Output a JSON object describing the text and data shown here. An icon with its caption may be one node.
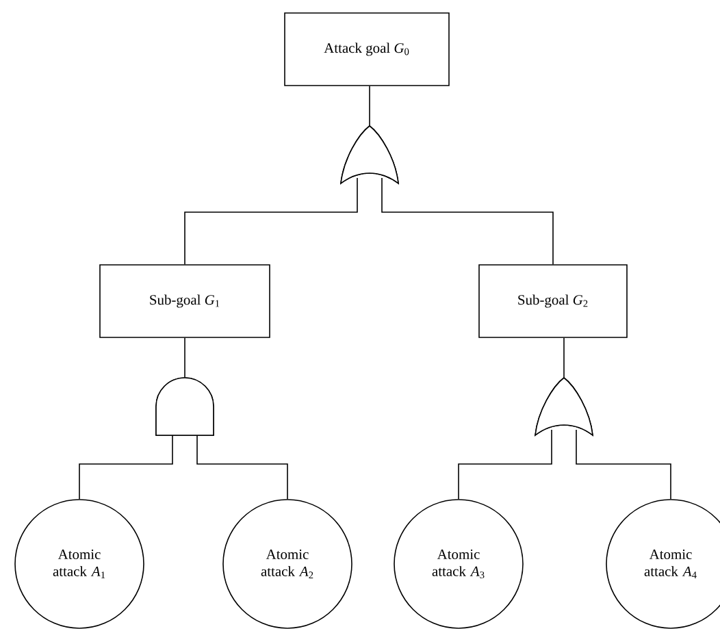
{
  "diagram": {
    "nodes": [
      {
        "text": [
          "Attack goal *G*$_{0}$"
        ]
      },
      {
        "text": [],
        "shape": "or-gate"
      },
      {
        "text": [
          "Sub-goal *G*$_{1}$"
        ]
      },
      {
        "text": [
          "Sub-goal *G*$_{2}$"
        ]
      },
      {
        "text": [],
        "shape": "and-gate"
      },
      {
        "text": [],
        "shape": "or-gate"
      },
      {
        "text": [
          "Atomic attack *A*$_{1}$"
        ]
      },
      {
        "text": [
          "Atomic attack *A*$_{2}$"
        ]
      },
      {
        "text": [
          "Atomic attack *A*$_{3}$"
        ]
      },
      {
        "text": [
          "Atomic attack *A*$_{4}$"
        ]
      }
    ],
    "edges": [
      {
        "from": 1,
        "to": 0,
        "arrow": "none"
      },
      {
        "from": 2,
        "to": 1,
        "arrow": "none"
      },
      {
        "from": 3,
        "to": 1,
        "arrow": "none"
      },
      {
        "from": 4,
        "to": 2,
        "arrow": "none"
      },
      {
        "from": 6,
        "to": 4,
        "arrow": "none"
      },
      {
        "from": 7,
        "to": 4,
        "arrow": "none"
      },
      {
        "from": 5,
        "to": 3,
        "arrow": "none"
      },
      {
        "from": 8,
        "to": 5,
        "arrow": "none"
      },
      {
        "from": 9,
        "to": 5,
        "arrow": "none"
      }
    ]
  }
}
